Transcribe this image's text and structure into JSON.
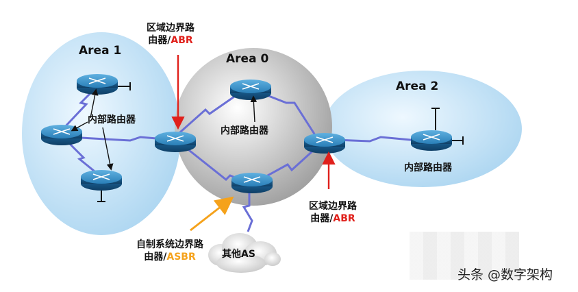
{
  "areas": [
    {
      "name": "Area 1"
    },
    {
      "name": "Area 0"
    },
    {
      "name": "Area 2"
    }
  ],
  "labels": {
    "internal_router": "内部路由器",
    "abr_top_line1": "区域边界路",
    "abr_top_line2_prefix": "由器/",
    "abr_top_line2_code": "ABR",
    "abr_bottom_line1": "区域边界路",
    "abr_bottom_line2_prefix": "由器/",
    "abr_bottom_line2_code": "ABR",
    "asbr_line1": "自制系统边界路",
    "asbr_line2_prefix": "由器/",
    "asbr_line2_code": "ASBR",
    "other_as": "其他AS"
  },
  "watermark": "头条 @数字架构",
  "colors": {
    "area_blue": "#c9e6f7",
    "area_gray": "#b9b9b9",
    "router_blue": "#1f6fa6",
    "link_blue": "#6a6fd6",
    "abr_arrow": "#e0201b",
    "asbr_arrow": "#f5a21b"
  }
}
